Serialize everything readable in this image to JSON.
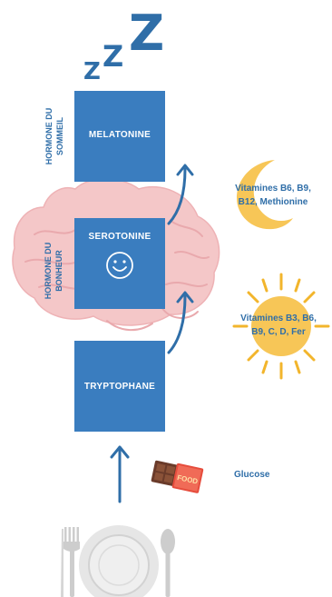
{
  "sleep_letters": {
    "z_large": "Z",
    "z_medium": "Z",
    "z_small": "Z"
  },
  "labels": {
    "hormone_sommeil": [
      "HORMONE DU",
      "SOMMEIL"
    ],
    "hormone_bonheur": [
      "HORMONE DU",
      "BONHEUR"
    ]
  },
  "boxes": {
    "melatonine": "MELATONINE",
    "serotonine": "SEROTONINE",
    "tryptophane": "TRYPTOPHANE"
  },
  "vitamins": {
    "moon": [
      "Vitamines B6, B9,",
      "B12, Methionine"
    ],
    "sun": [
      "Vitamines B3, B6,",
      "B9, C, D, Fer"
    ]
  },
  "glucose": "Glucose",
  "chocolate_text": "FOOD",
  "colors": {
    "box": "#3a7dbf",
    "text": "#2f6ea8",
    "brain": "#f4c7c8",
    "moon": "#f7c657",
    "sun": "#f7c657"
  }
}
